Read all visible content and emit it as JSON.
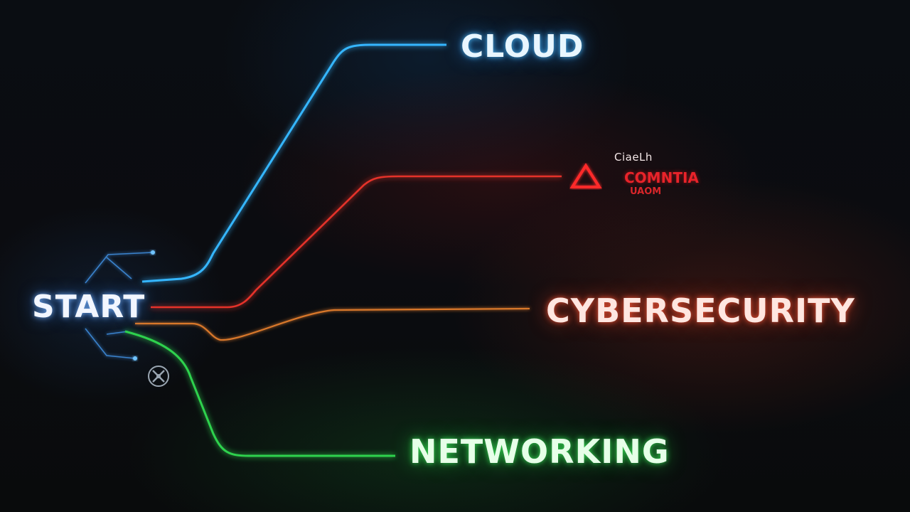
{
  "nodes": {
    "start": "START",
    "cloud": "CLOUD",
    "cybersecurity": "CYBERSECURITY",
    "networking": "NETWORKING"
  },
  "badge": {
    "line1": "CiaeLh",
    "line2": "COMNTIA",
    "line3": "UAOM"
  },
  "icons": [
    "warning-triangle-icon",
    "tools-icon"
  ],
  "colors": {
    "cloud": "#35b6ff",
    "red_path": "#e5322b",
    "cybersecurity": "#d9782c",
    "networking": "#2fd24e",
    "background": "#0a0c10"
  }
}
